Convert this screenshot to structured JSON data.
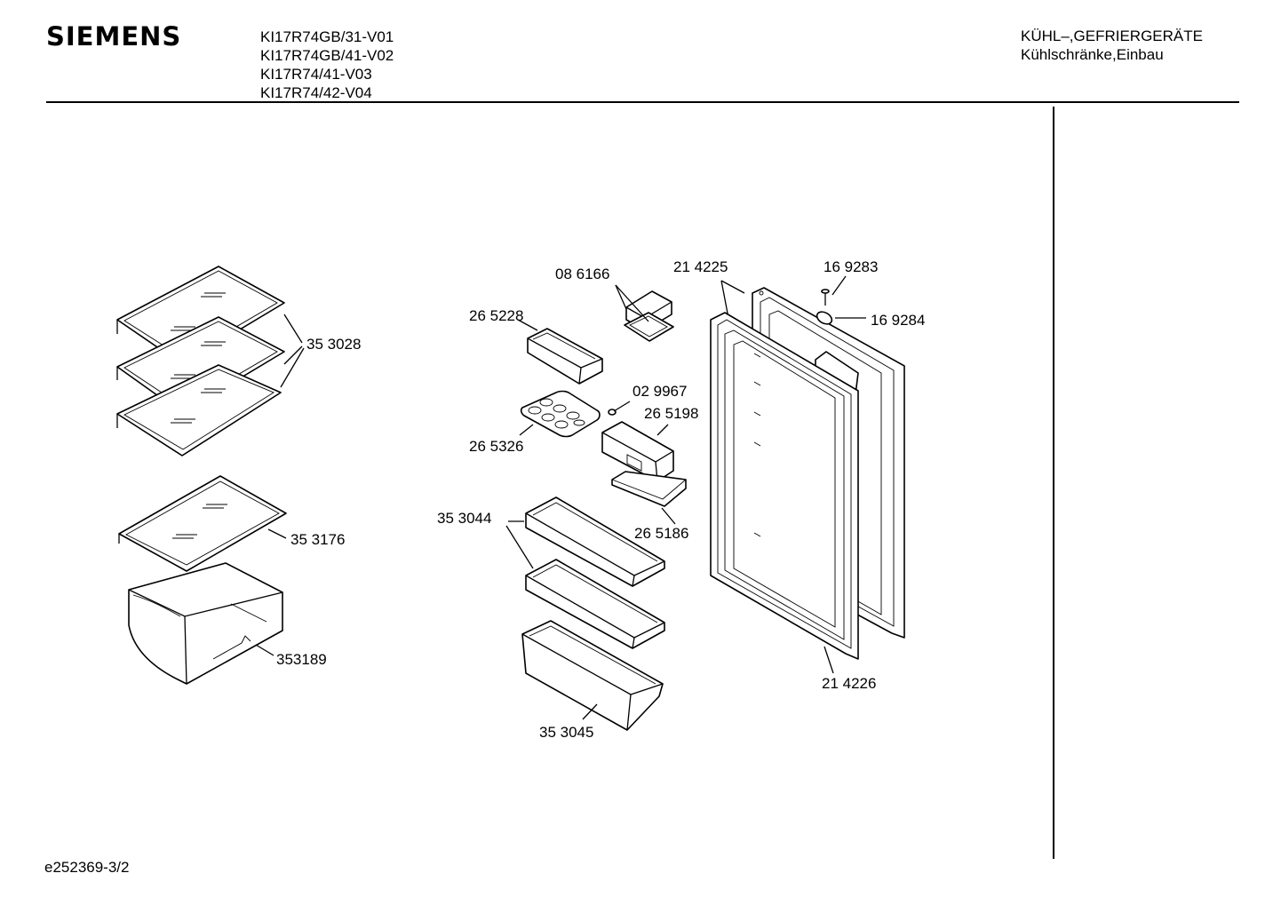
{
  "header": {
    "brand": "SIEMENS",
    "models": [
      "KI17R74GB/31-V01",
      "KI17R74GB/41-V02",
      "KI17R74/41-V03",
      "KI17R74/42-V04"
    ],
    "category_line1": "KÜHL–,GEFRIERGERÄTE",
    "category_line2": "Kühlschränke,Einbau"
  },
  "footer": {
    "document_id": "e252369-3/2"
  },
  "parts": {
    "shelf_glass": "35 3028",
    "shelf_glass_top": "35 3176",
    "crisper_drawer": "353189",
    "butter_lid": "08 6166",
    "small_tray": "26 5228",
    "egg_tray": "26 5326",
    "pin": "02 9967",
    "dairy_compartment": "26 5198",
    "dairy_base": "26 5186",
    "door_tray": "35 3044",
    "bottle_tray": "35 3045",
    "door_frame": "21 4225",
    "screw": "16 9283",
    "cover_cap": "16 9284",
    "door_gasket": "21 4226"
  }
}
